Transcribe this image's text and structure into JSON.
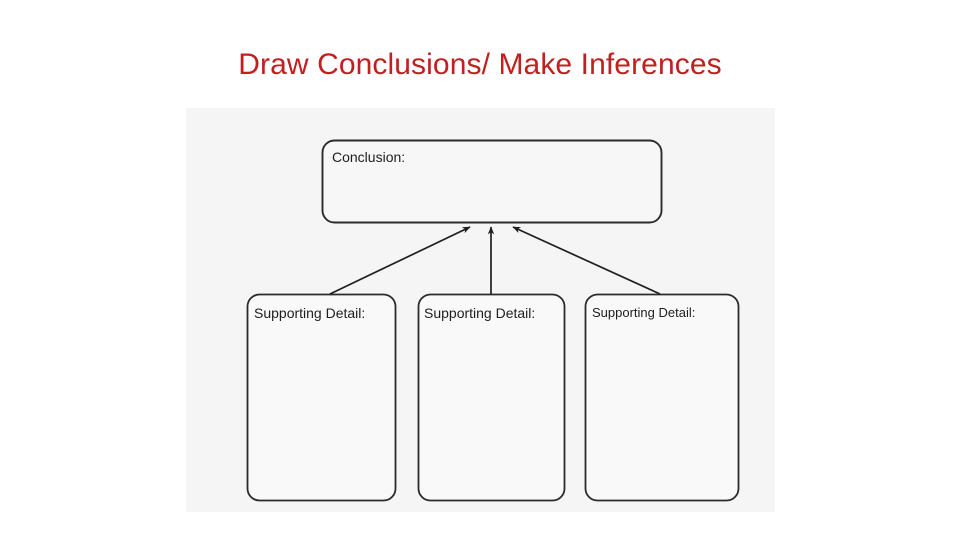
{
  "slide": {
    "title": "Draw Conclusions/ Make Inferences",
    "title_color": "#c0201f",
    "background_color": "#ffffff"
  },
  "organizer": {
    "name": "conclusion-graphic-organizer",
    "panel_background": "#f5f5f5",
    "box_fill": "#f7f7f7",
    "box_stroke": "#2b2b2b",
    "arrow_color": "#1f1f1f",
    "conclusion_box": {
      "label": "Conclusion:",
      "value": ""
    },
    "supporting_details": [
      {
        "label": "Supporting Detail:",
        "value": ""
      },
      {
        "label": "Supporting Detail:",
        "value": ""
      },
      {
        "label": "Supporting Detail:",
        "value": ""
      }
    ],
    "connectors": [
      {
        "from": "supporting-detail-1",
        "to": "conclusion",
        "type": "arrow"
      },
      {
        "from": "supporting-detail-2",
        "to": "conclusion",
        "type": "arrow"
      },
      {
        "from": "supporting-detail-3",
        "to": "conclusion",
        "type": "arrow"
      }
    ]
  }
}
